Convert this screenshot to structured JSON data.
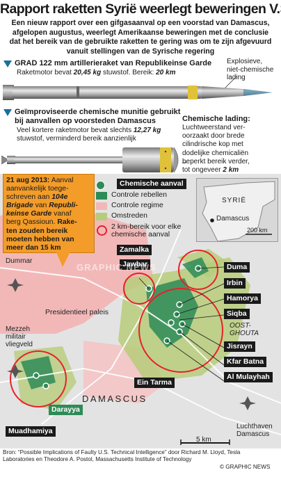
{
  "header": {
    "title": "Rapport raketten Syrië weerlegt beweringen V.S.",
    "intro_lines": [
      "Een nieuw rapport over een gifgasaanval op een voorstad van Damascus,",
      "afgelopen augustus, weerlegt Amerikaanse beweringen met de conclusie",
      "dat het bereik van de gebruikte raketten te gering was om te zijn afgevuurd",
      "vanuit stellingen van de Syrische regering"
    ]
  },
  "rocket1": {
    "heading": "GRAD 122 mm artillerieraket van Republikeinse Garde",
    "desc_prefix": "Raketmotor bevat ",
    "weight": "20,45 kg",
    "desc_mid": " stuwstof. Bereik: ",
    "range": "20 km",
    "warhead_label": [
      "Explosieve,",
      "niet-chemische",
      "lading"
    ]
  },
  "rocket2": {
    "heading_lines": [
      "Geïmproviseerde chemische munitie gebruikt",
      "bij aanvallen op voorsteden Damascus"
    ],
    "desc_line1_prefix": "Veel kortere raketmotor bevat slechts ",
    "weight": "12,27 kg",
    "desc_line2": "stuwstof, verminderd bereik aanzienlijk"
  },
  "chem_note": {
    "title": "Chemische lading:",
    "lines": [
      "Luchtweerstand ver-",
      "oorzaakt door brede",
      "cilindrische kop met",
      "dodelijke chemicaliën",
      "beperkt bereik verder,",
      "tot ongeveer "
    ],
    "range": "2 km"
  },
  "attack_box": {
    "date": "21 aug 2013:",
    "l1": " Aanval",
    "l2": "aanvankelijk toege-",
    "l3": "schreven aan ",
    "l3_em": "104e",
    "l4_em": "Brigade",
    "l4": " van ",
    "l4_em2": "Republi-",
    "l5_em": "keinse Garde",
    "l5": " vanaf",
    "l6": "berg Qassioun. ",
    "l6_b": "Rake-",
    "l7_b": "ten zouden bereik",
    "l8_b": "moeten hebben van",
    "l9_b": "meer dan 15 km"
  },
  "legend": {
    "title": "Chemische aanval",
    "rebels": "Controle rebellen",
    "regime": "Controle regime",
    "disputed": "Omstreden",
    "range_lines": [
      "2 km-bereik voor elke",
      "chemische aanval"
    ]
  },
  "inset": {
    "country": "SYRIË",
    "city": "Damascus",
    "scale": "200 km"
  },
  "map": {
    "places_black": [
      "Zamalka",
      "Jawbar",
      "Duma",
      "Irbin",
      "Hamorya",
      "Siqba",
      "Jisrayn",
      "Kfar Batna",
      "Al Mulayhah",
      "Ein Tarma",
      "Muadhamiya"
    ],
    "darayya": "Darayya",
    "dummar": "Dummar",
    "palace": "Presidentieel paleis",
    "mezzeh": [
      "Mezzeh",
      "militair",
      "vliegveld"
    ],
    "oost": [
      "OOST-",
      "GHOUTA"
    ],
    "damascus": "DAMASCUS",
    "scale": "5 km",
    "airport": [
      "Luchthaven",
      "Damascus"
    ],
    "watermark": "GRAPHIC NEWS"
  },
  "footer": {
    "source_lines": [
      "Bron: “Possible Implications of Faulty U.S. Technical Intelligence” door Richard M. Lloyd, Tesla",
      "Laboratories en Theodore A. Postol, Massachusetts Institute of Technology"
    ],
    "credit": "© GRAPHIC NEWS"
  },
  "colors": {
    "accent": "#1b6f9a",
    "rebel_green": "#2e8b57",
    "regime_pink": "#f2b8b8",
    "disputed": "#b7cc7a",
    "range_red": "#e8202a",
    "orange": "#f39c2a"
  }
}
